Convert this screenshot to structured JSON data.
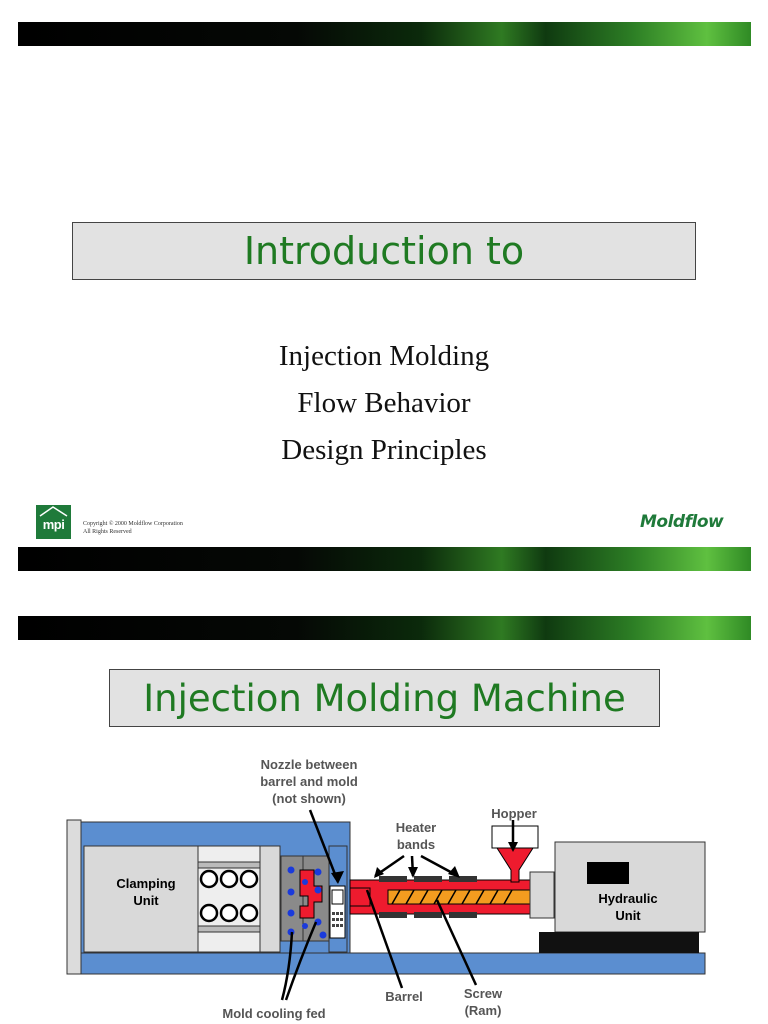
{
  "slide1": {
    "title": "Introduction to",
    "subtitles": [
      "Injection Molding",
      "Flow Behavior",
      "Design Principles"
    ],
    "logo_text": "mpi",
    "copyright_line1": "Copyright © 2000 Moldflow Corporation",
    "copyright_line2": "All Rights Reserved",
    "brand_wordmark": "Moldflow"
  },
  "slide2": {
    "title": "Injection Molding Machine",
    "labels": {
      "nozzle": "Nozzle between\nbarrel and mold\n(not shown)",
      "hopper": "Hopper",
      "heater_bands": "Heater\nbands",
      "clamping_unit": "Clamping\nUnit",
      "hydraulic_unit": "Hydraulic\nUnit",
      "barrel": "Barrel",
      "screw": "Screw\n(Ram)",
      "mold_cooling": "Mold cooling fed"
    }
  },
  "colors": {
    "accent_green": "#1f7a22",
    "machine_blue": "#5b8ed0",
    "melt_red": "#ee1b2e",
    "screw_orange": "#f39c1f"
  }
}
